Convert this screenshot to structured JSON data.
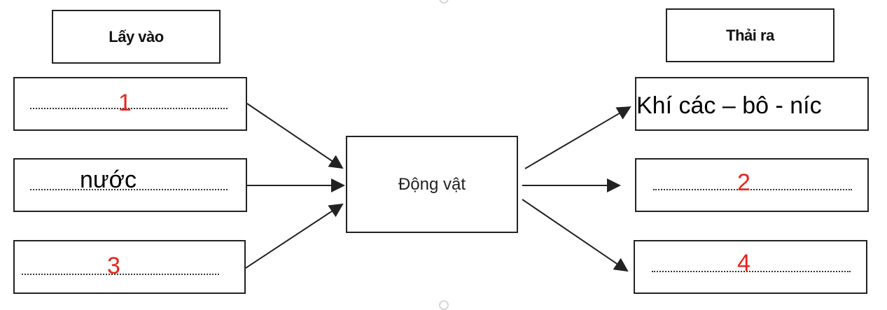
{
  "inputs": {
    "header": "Lấy vào",
    "items": [
      {
        "label": "1"
      },
      {
        "label": "nước"
      },
      {
        "label": "3"
      }
    ]
  },
  "center": {
    "label": "Động vật"
  },
  "outputs": {
    "header": "Thải ra",
    "items": [
      {
        "label": "Khí các – bô - níc"
      },
      {
        "label": "2"
      },
      {
        "label": "4"
      }
    ]
  },
  "colors": {
    "number_red": "#e8241c",
    "line": "#222222"
  }
}
